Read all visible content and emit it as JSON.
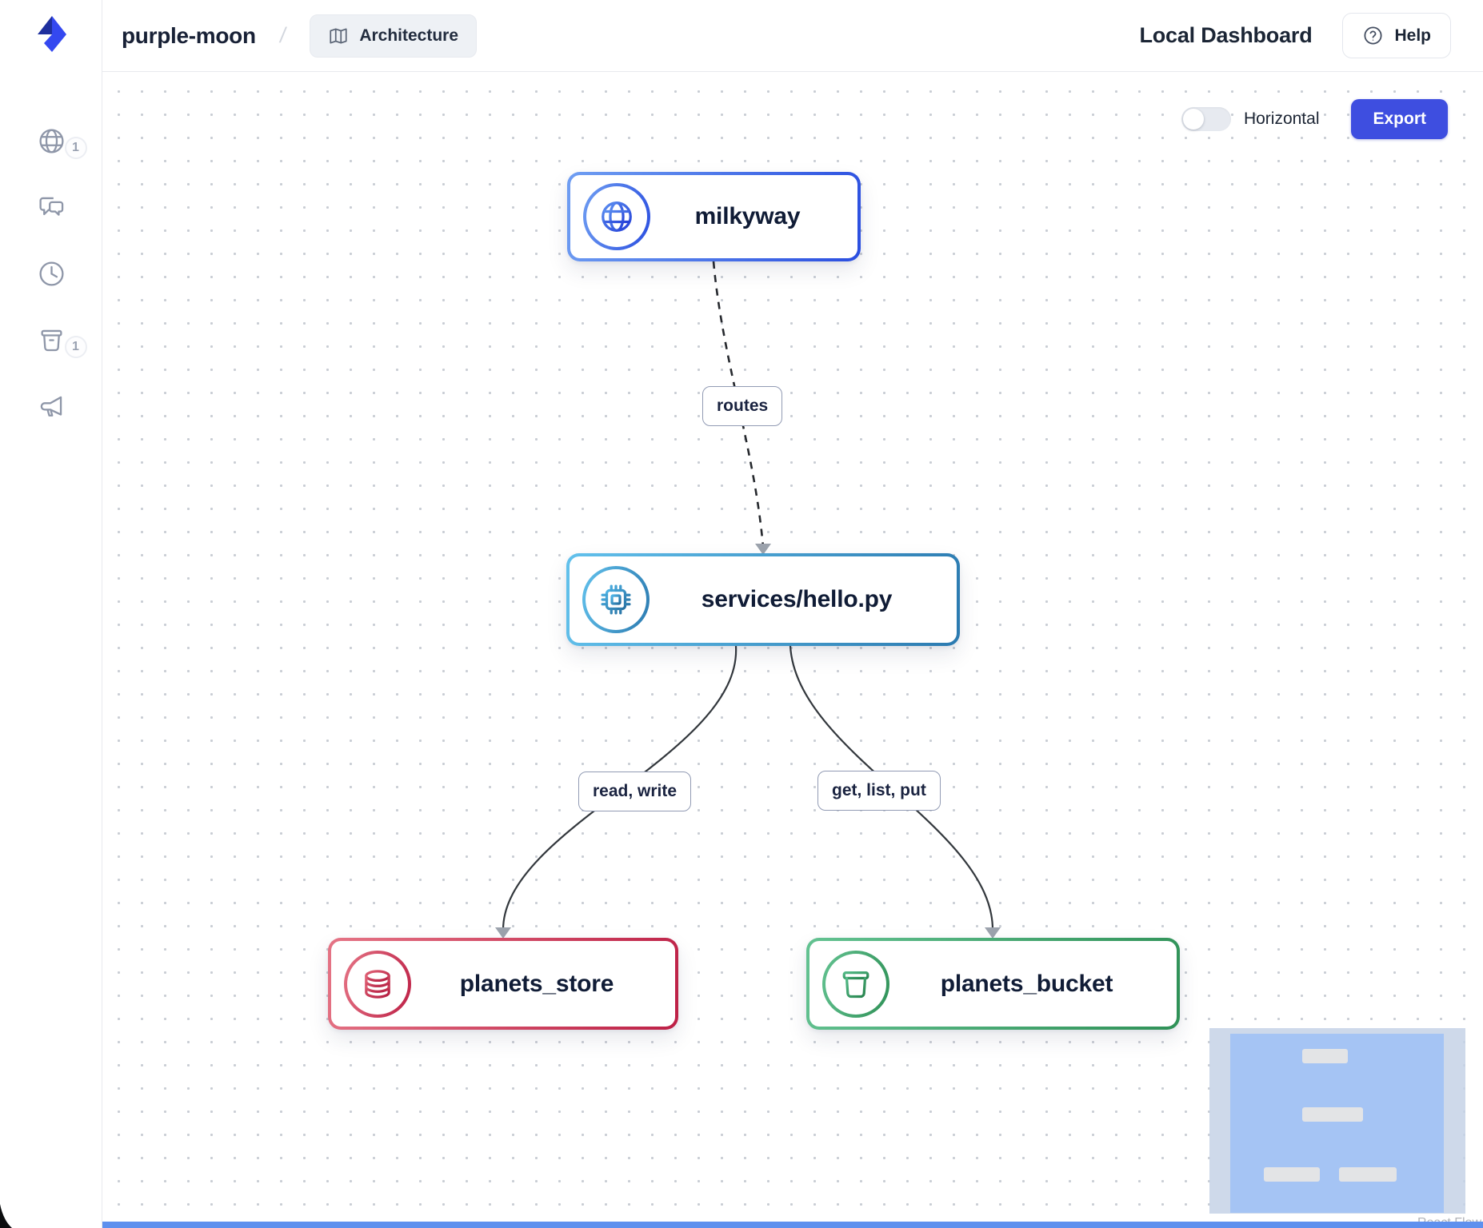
{
  "header": {
    "project_name": "purple-moon",
    "breadcrumb_separator": "/",
    "architecture_tab": "Architecture",
    "dashboard_title": "Local Dashboard",
    "help_label": "Help"
  },
  "sidebar": {
    "items": [
      {
        "icon": "globe-icon",
        "badge": "1"
      },
      {
        "icon": "chat-icon",
        "badge": ""
      },
      {
        "icon": "clock-icon",
        "badge": ""
      },
      {
        "icon": "bucket-icon",
        "badge": "1"
      },
      {
        "icon": "megaphone-icon",
        "badge": ""
      }
    ]
  },
  "canvas": {
    "controls": {
      "orientation_toggle_label": "Horizontal",
      "orientation_toggle_state": "off",
      "export_button": "Export"
    },
    "nodes": [
      {
        "id": "milkyway",
        "label": "milkyway",
        "icon": "globe-icon",
        "accent": "#2a4ee0"
      },
      {
        "id": "services/hello.py",
        "label": "services/hello.py",
        "icon": "chip-icon",
        "accent": "#2b7ab0"
      },
      {
        "id": "planets_store",
        "label": "planets_store",
        "icon": "database-icon",
        "accent": "#bd2046"
      },
      {
        "id": "planets_bucket",
        "label": "planets_bucket",
        "icon": "bucket-icon",
        "accent": "#2f9157"
      }
    ],
    "edges": [
      {
        "from": "milkyway",
        "to": "services/hello.py",
        "label": "routes",
        "style": "dashed"
      },
      {
        "from": "services/hello.py",
        "to": "planets_store",
        "label": "read, write",
        "style": "solid"
      },
      {
        "from": "services/hello.py",
        "to": "planets_bucket",
        "label": "get, list, put",
        "style": "solid"
      }
    ],
    "attribution": "React Flow"
  }
}
